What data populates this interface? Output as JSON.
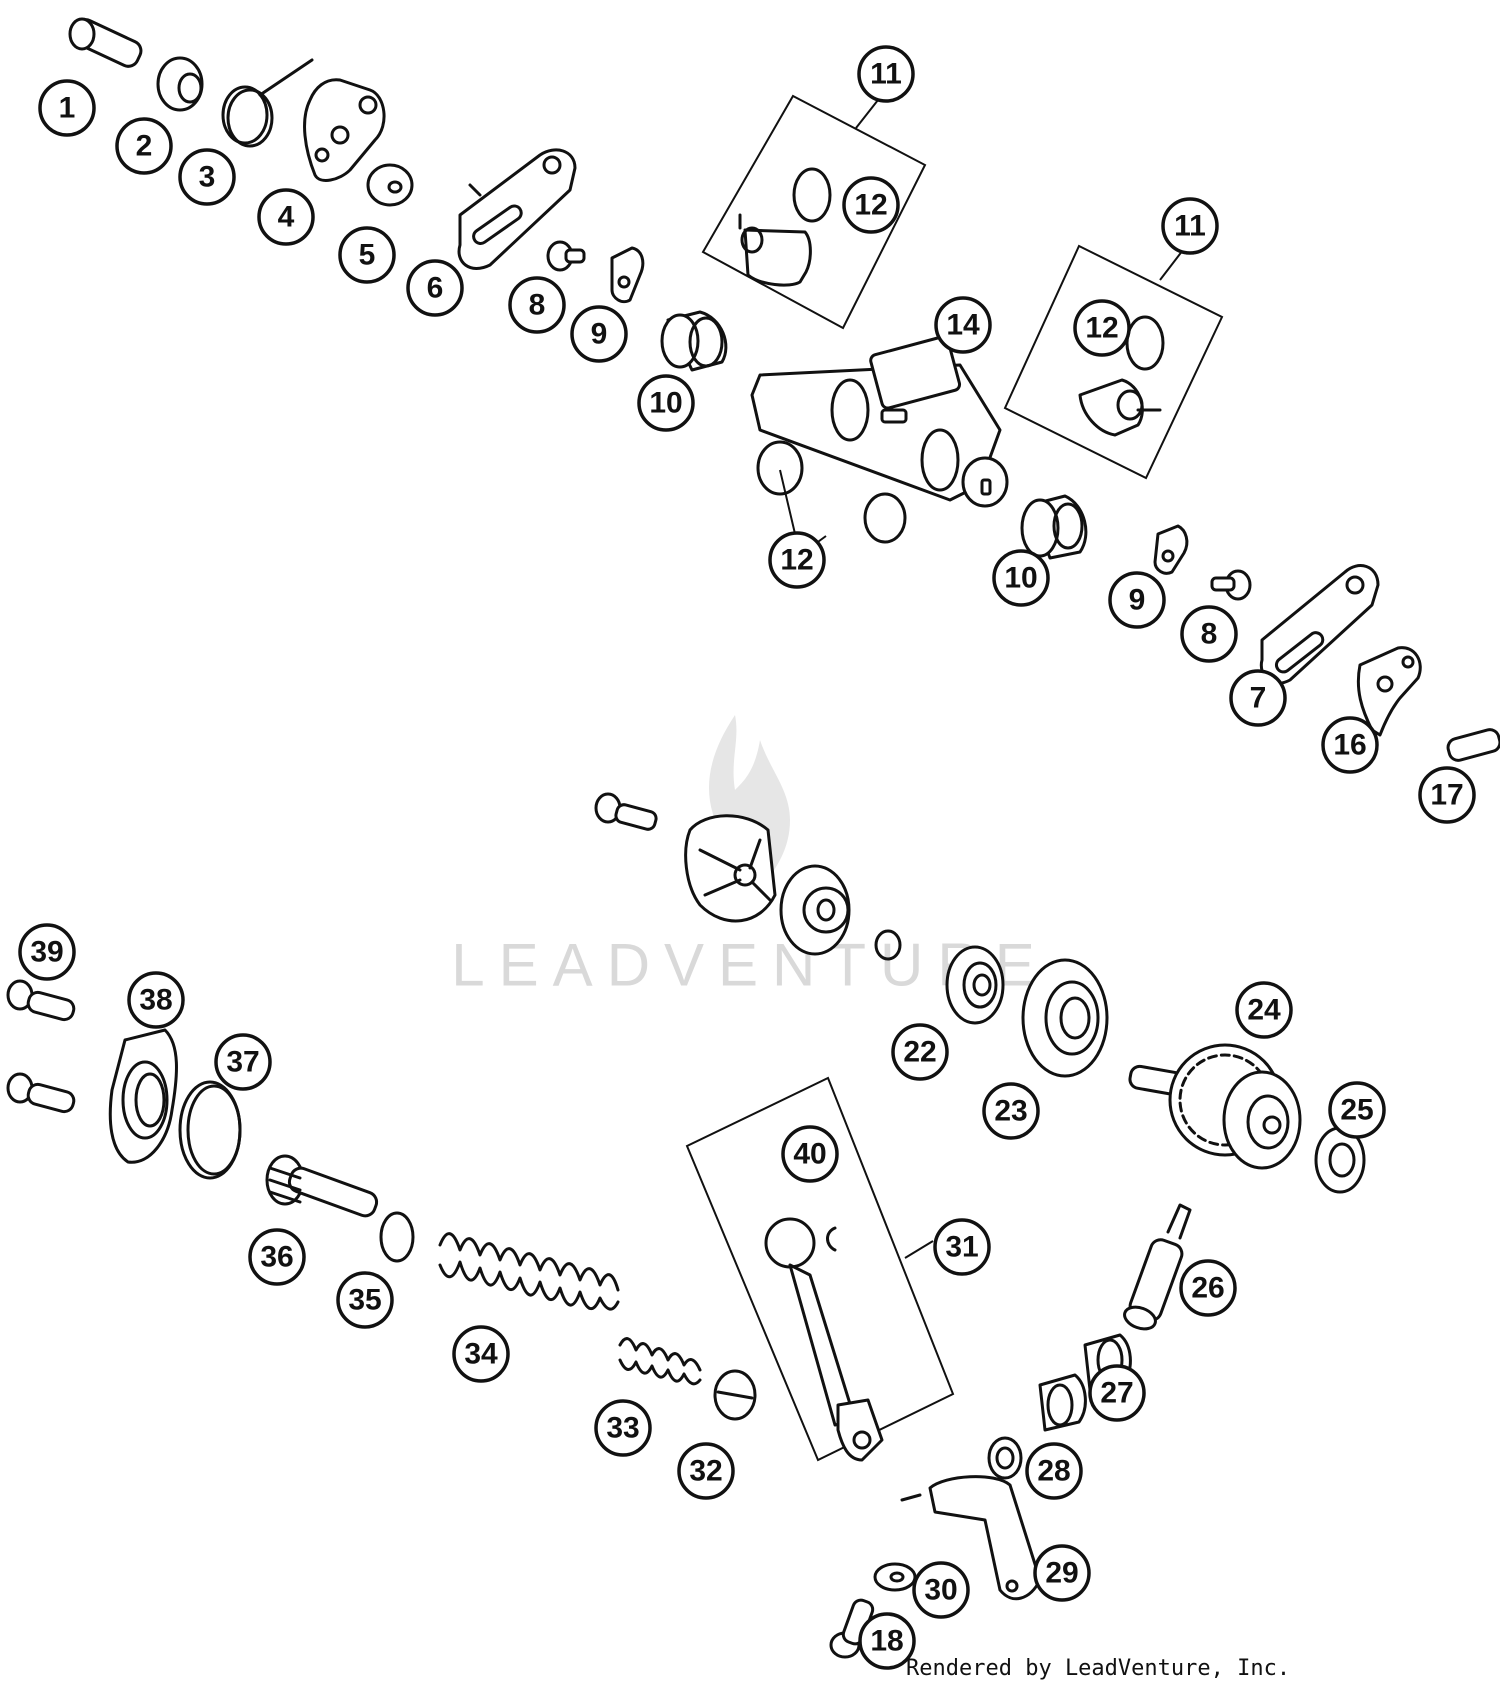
{
  "watermark": {
    "text": "LEADVENTURE"
  },
  "credit": "Rendered by LeadVenture, Inc.",
  "callouts": [
    {
      "id": "c1",
      "label": "1"
    },
    {
      "id": "c2",
      "label": "2"
    },
    {
      "id": "c3",
      "label": "3"
    },
    {
      "id": "c4",
      "label": "4"
    },
    {
      "id": "c5",
      "label": "5"
    },
    {
      "id": "c6",
      "label": "6"
    },
    {
      "id": "c8a",
      "label": "8"
    },
    {
      "id": "c9a",
      "label": "9"
    },
    {
      "id": "c10a",
      "label": "10"
    },
    {
      "id": "c11a",
      "label": "11"
    },
    {
      "id": "c12a",
      "label": "12"
    },
    {
      "id": "c11b",
      "label": "11"
    },
    {
      "id": "c12b",
      "label": "12"
    },
    {
      "id": "c14",
      "label": "14"
    },
    {
      "id": "c12c",
      "label": "12"
    },
    {
      "id": "c10b",
      "label": "10"
    },
    {
      "id": "c9b",
      "label": "9"
    },
    {
      "id": "c8b",
      "label": "8"
    },
    {
      "id": "c7",
      "label": "7"
    },
    {
      "id": "c16",
      "label": "16"
    },
    {
      "id": "c17",
      "label": "17"
    },
    {
      "id": "c39",
      "label": "39"
    },
    {
      "id": "c38",
      "label": "38"
    },
    {
      "id": "c37",
      "label": "37"
    },
    {
      "id": "c36",
      "label": "36"
    },
    {
      "id": "c35",
      "label": "35"
    },
    {
      "id": "c34",
      "label": "34"
    },
    {
      "id": "c33",
      "label": "33"
    },
    {
      "id": "c32",
      "label": "32"
    },
    {
      "id": "c40",
      "label": "40"
    },
    {
      "id": "c31",
      "label": "31"
    },
    {
      "id": "c22",
      "label": "22"
    },
    {
      "id": "c23",
      "label": "23"
    },
    {
      "id": "c24",
      "label": "24"
    },
    {
      "id": "c25",
      "label": "25"
    },
    {
      "id": "c26",
      "label": "26"
    },
    {
      "id": "c27",
      "label": "27"
    },
    {
      "id": "c28",
      "label": "28"
    },
    {
      "id": "c29",
      "label": "29"
    },
    {
      "id": "c30",
      "label": "30"
    },
    {
      "id": "c18",
      "label": "18"
    }
  ]
}
